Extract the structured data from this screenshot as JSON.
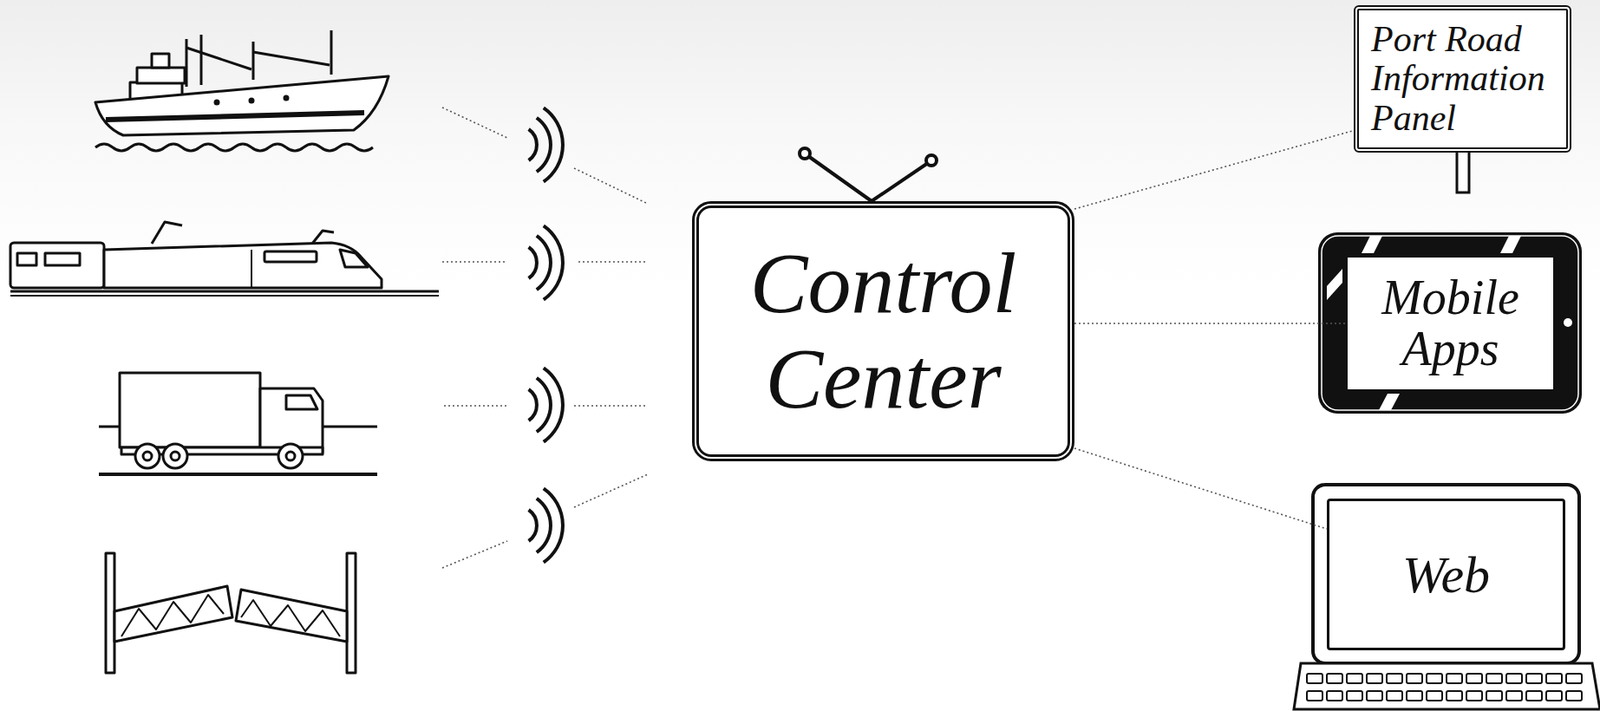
{
  "diagram": {
    "nodes": [
      {
        "text": [
          "Control Center"
        ]
      },
      {
        "text": [
          "Port Road Information Panel"
        ]
      },
      {
        "text": [
          "Mobile Apps"
        ]
      },
      {
        "text": [
          "Web"
        ]
      }
    ],
    "edges": [
      {
        "from": 0,
        "to": 1,
        "arrow": "none"
      },
      {
        "from": 0,
        "to": 2,
        "arrow": "none"
      },
      {
        "from": 0,
        "to": 3,
        "arrow": "none"
      }
    ]
  }
}
